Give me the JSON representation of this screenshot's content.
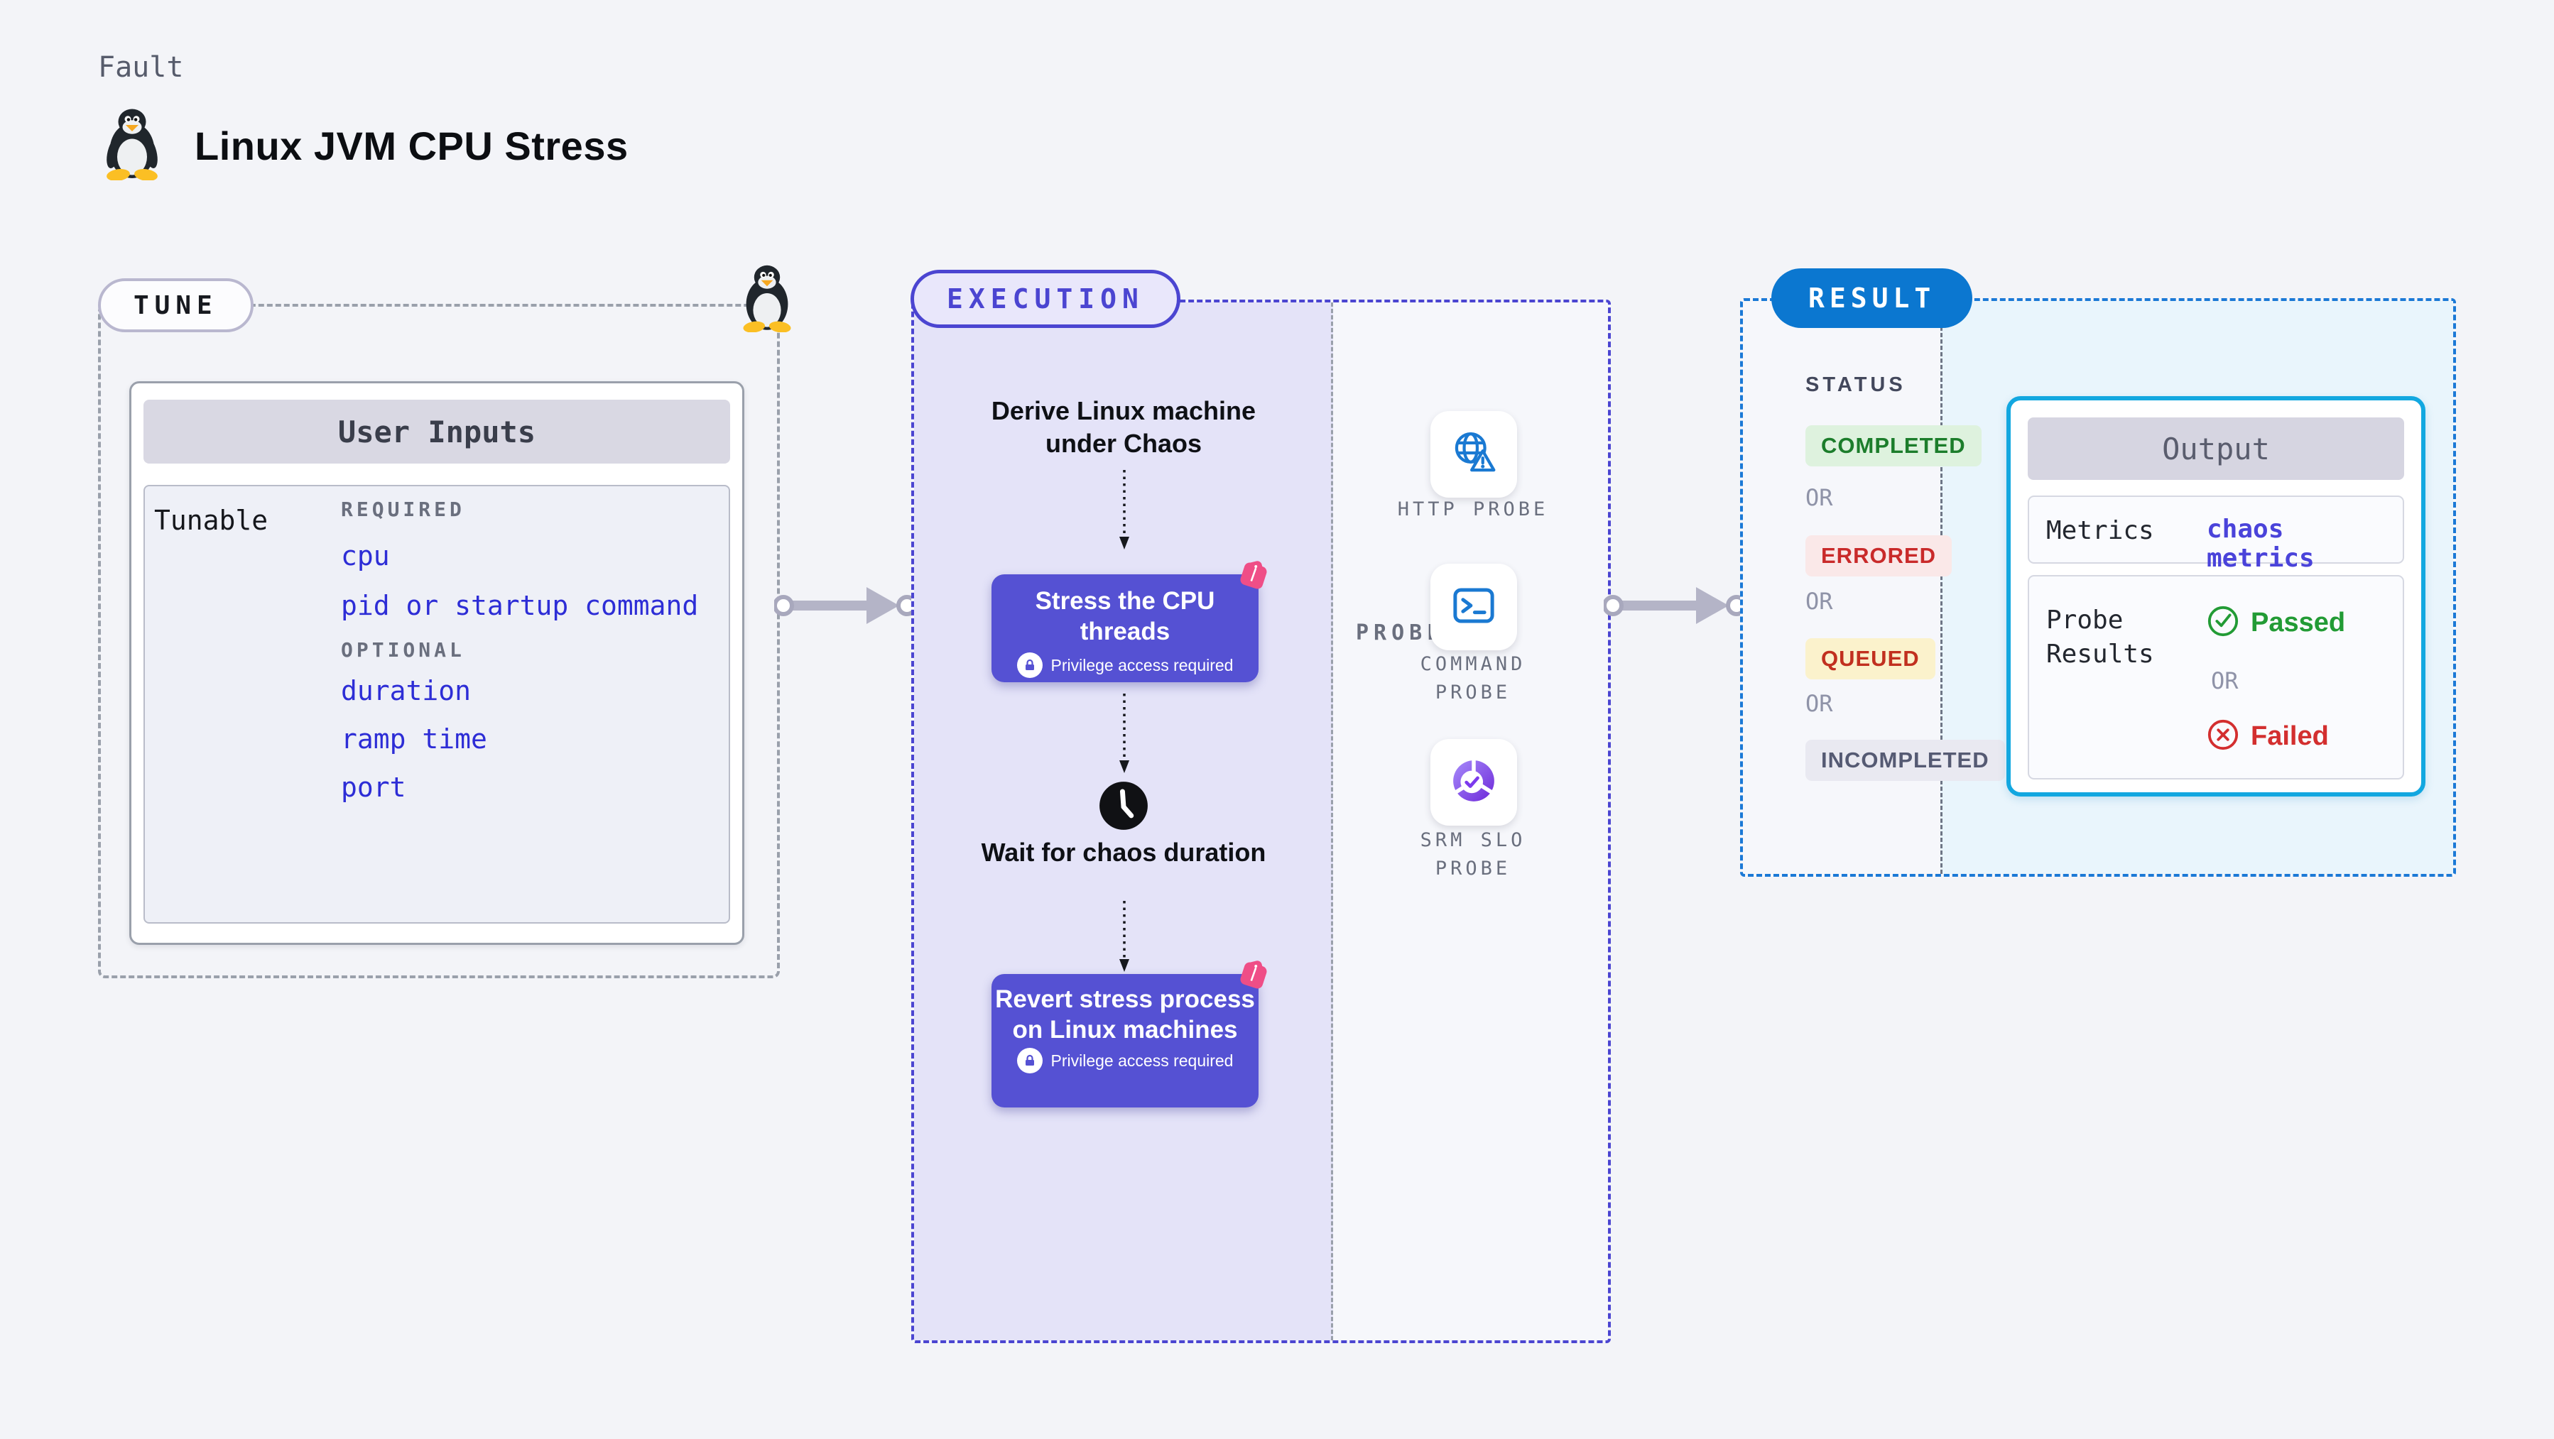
{
  "page": {
    "fault_label": "Fault",
    "title": "Linux JVM CPU Stress"
  },
  "tune": {
    "badge": "TUNE",
    "user_inputs": {
      "header": "User Inputs",
      "row_label": "Tunable",
      "required_label": "REQUIRED",
      "required_items": [
        "cpu",
        "pid or startup command"
      ],
      "optional_label": "OPTIONAL",
      "optional_items": [
        "duration",
        "ramp time",
        "port"
      ]
    }
  },
  "execution": {
    "badge": "EXECUTION",
    "derive_step": "Derive Linux machine under Chaos",
    "stress_step": {
      "title": "Stress the CPU threads",
      "note": "Privilege access required"
    },
    "wait_step": "Wait for chaos duration",
    "revert_step": {
      "title": "Revert stress process on Linux machines",
      "note": "Privilege access required"
    }
  },
  "probes": {
    "label": "PROBES",
    "items": [
      {
        "label": "HTTP PROBE",
        "icon": "globe-alert-icon"
      },
      {
        "label": "COMMAND PROBE",
        "icon": "terminal-icon"
      },
      {
        "label": "SRM SLO PROBE",
        "icon": "slo-donut-icon"
      }
    ]
  },
  "result": {
    "badge": "RESULT",
    "status_label": "STATUS",
    "or_label": "OR",
    "statuses": [
      {
        "label": "COMPLETED",
        "bg": "#def2de",
        "color": "#1c7d2b"
      },
      {
        "label": "ERRORED",
        "bg": "#fae8e8",
        "color": "#c92a2a"
      },
      {
        "label": "QUEUED",
        "bg": "#fbf2cc",
        "color": "#c1301f"
      },
      {
        "label": "INCOMPLETED",
        "bg": "#e9e9f1",
        "color": "#555a73"
      }
    ],
    "output": {
      "header": "Output",
      "metrics_label": "Metrics",
      "metrics_value": "chaos metrics",
      "probe_results_label": "Probe Results",
      "passed_label": "Passed",
      "or_label": "OR",
      "failed_label": "Failed"
    }
  },
  "colors": {
    "page_bg": "#f3f4f8",
    "node_indigo": "#5551d3",
    "execution_border": "#4b45d1",
    "execution_bg": "#e4e3f8",
    "result_badge_blue": "#0b77d0",
    "result_border": "#1b79d6",
    "output_border": "#12a7e0",
    "output_panel_bg": "#e9f5fc",
    "chaos_pink": "#ef4e87",
    "link_blue": "#2d2dd6",
    "metrics_blue": "#4a43da",
    "passed_green": "#229b35",
    "failed_red": "#d32f2f",
    "probe_icon_blue": "#1a79d2",
    "dash_gray": "#9aa0ab"
  }
}
